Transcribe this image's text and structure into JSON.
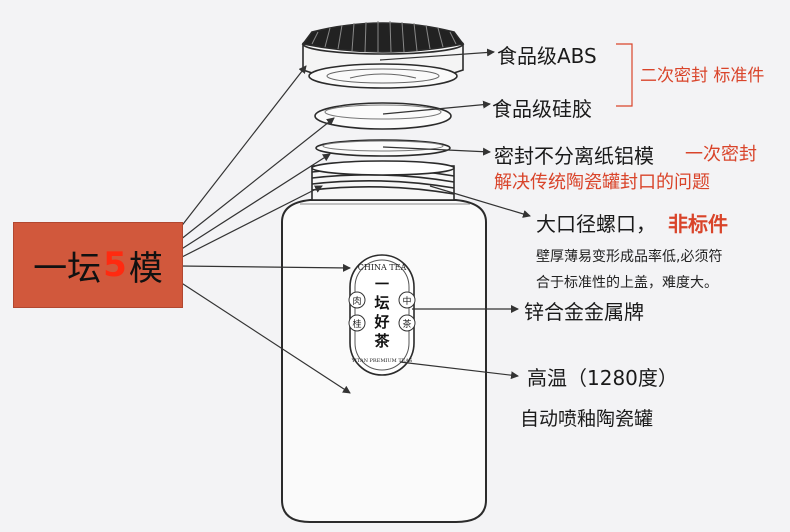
{
  "title": {
    "prefix": "一坛",
    "number": "5",
    "suffix": "模"
  },
  "labels": {
    "abs": "食品级ABS",
    "silicone": "食品级硅胶",
    "seal_group": "二次密封  标准件",
    "foil": "密封不分离纸铝模",
    "foil_note": "一次密封",
    "foil_desc": "解决传统陶瓷罐封口的问题",
    "mouth": "大口径螺口，",
    "mouth_note": "非标件",
    "mouth_desc1": "壁厚薄易变形成品率低,必须符",
    "mouth_desc2": "合于标准性的上盖，难度大。",
    "plate": "锌合金金属牌",
    "temp": "高温（1280度）",
    "glaze": "自动喷釉陶瓷罐"
  },
  "badge": {
    "arc_top": "CHINA TEA",
    "line1": "一",
    "line2": "坛",
    "line3": "好",
    "line4": "茶",
    "left1": "肉",
    "left2": "桂",
    "right1": "中",
    "right2": "茶",
    "arc_bottom": "YITAN PREMIUM TEAS"
  },
  "colors": {
    "accent": "#d9442a",
    "box": "#d1583c",
    "line": "#333333"
  }
}
